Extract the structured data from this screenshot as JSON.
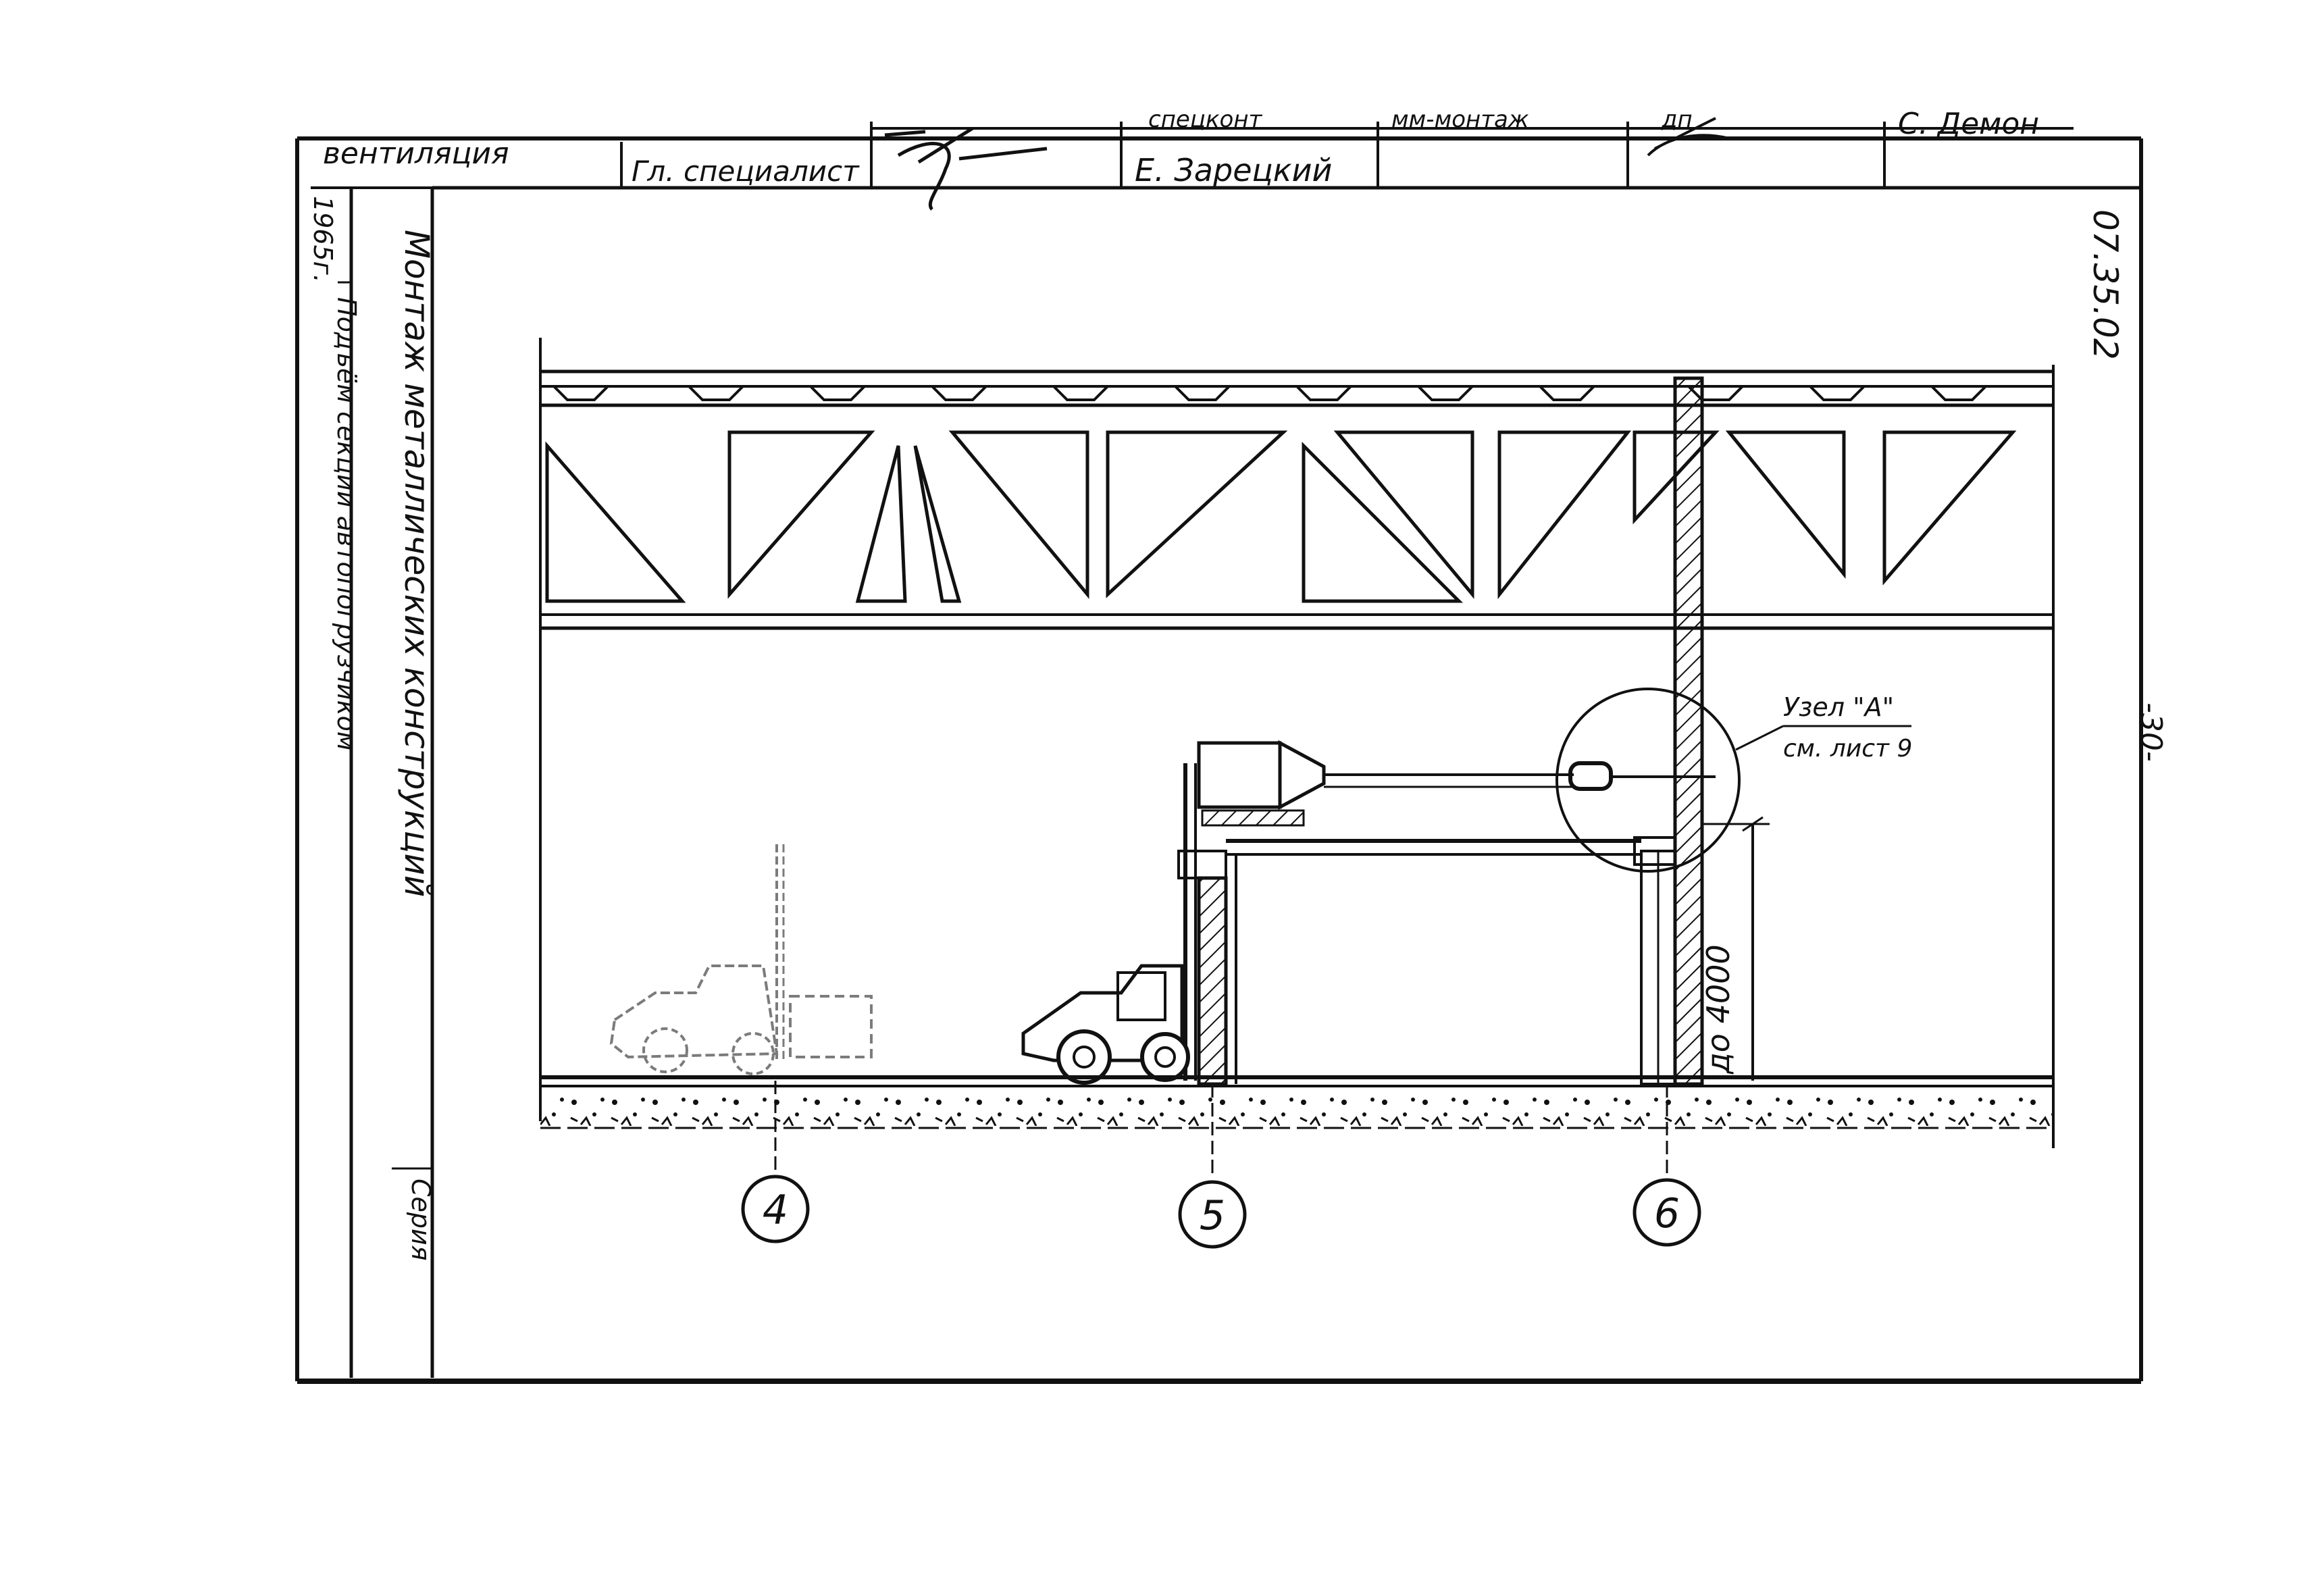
{
  "title_block": {
    "section": "вентиляция",
    "role": "Гл. специалист",
    "name_1": "Е. Зарецкий",
    "name_2": "С. Демон",
    "top_cut_1": "спецконт",
    "top_cut_2": "дп",
    "top_cut_3": "мм-монтаж"
  },
  "document": {
    "code": "07.35.02",
    "page": "-30-"
  },
  "side_panel": {
    "title": "Монтаж металлических конструкций",
    "subtitle": "Подъём секции автопогрузчиком",
    "year": "1965г.",
    "stage": "Серия"
  },
  "drawing": {
    "node_label": "Узел \"А\"",
    "node_ref": "см. лист 9",
    "height_dim": "до 4000",
    "axes": [
      "4",
      "5",
      "6"
    ]
  },
  "colors": {
    "ink": "#111111",
    "paper": "#ffffff"
  }
}
